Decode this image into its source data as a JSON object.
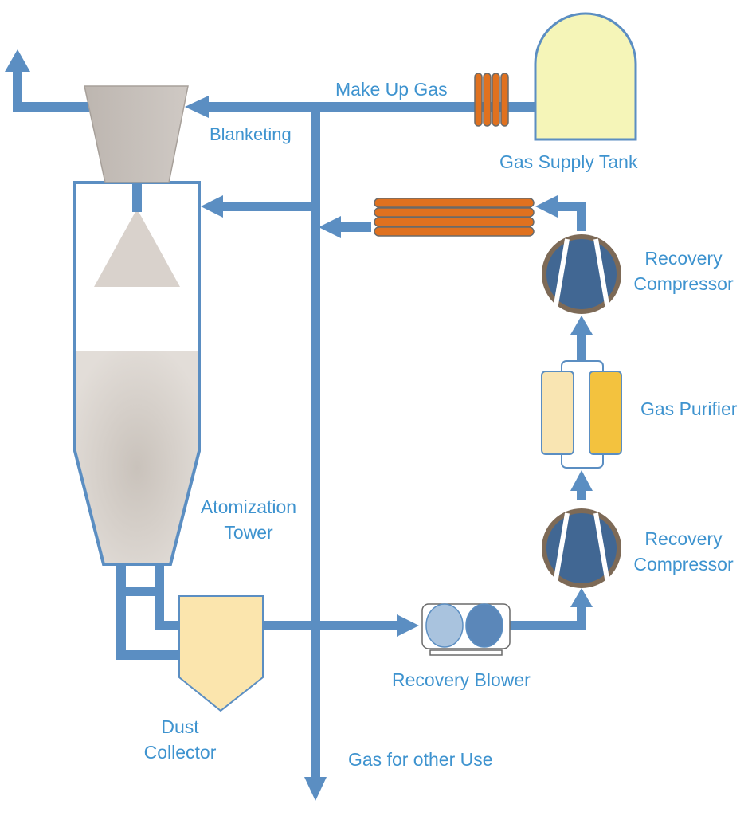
{
  "labels": {
    "make_up_gas": "Make Up Gas",
    "blanketing": "Blanketing",
    "gas_supply_tank": "Gas Supply Tank",
    "recovery_compressor_top": [
      "Recovery",
      "Compressor"
    ],
    "gas_purifier": "Gas Purifier",
    "recovery_compressor_bottom": [
      "Recovery",
      "Compressor"
    ],
    "atomization_tower": [
      "Atomization",
      "Tower"
    ],
    "recovery_blower": "Recovery Blower",
    "dust_collector": [
      "Dust",
      "Collector"
    ],
    "gas_for_other_use": "Gas for other Use"
  },
  "colors": {
    "pipe": "#5b8ec2",
    "text": "#3e93cf",
    "tank_fill": "#f5f5b8",
    "coil": "#e0711f",
    "compressor": "#416793",
    "compressor_rim": "#7d6a57",
    "purifier_light": "#f9e5b2",
    "purifier_dark": "#f3c23e",
    "dust_collector": "#fbe5ad",
    "tower_powder": "#d3cdc6",
    "hopper": "#c6bfb9"
  }
}
